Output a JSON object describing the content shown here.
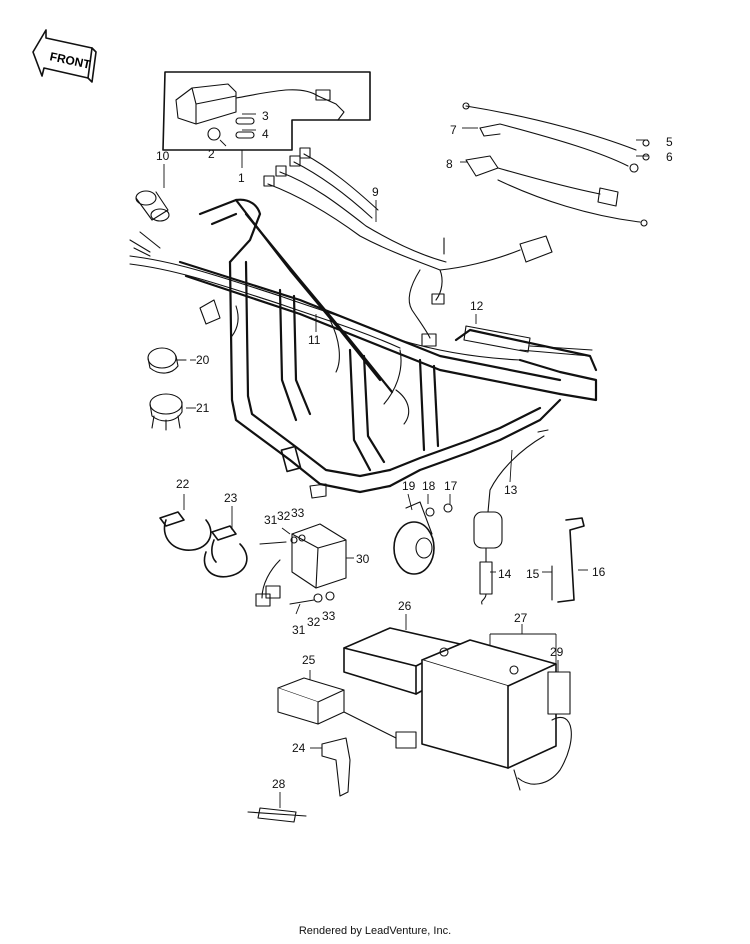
{
  "front_arrow": {
    "label": "FRONT",
    "icon": "front-arrow-icon"
  },
  "callouts": [
    {
      "id": "c1",
      "text": "1"
    },
    {
      "id": "c2",
      "text": "2"
    },
    {
      "id": "c3",
      "text": "3"
    },
    {
      "id": "c4",
      "text": "4"
    },
    {
      "id": "c5",
      "text": "5"
    },
    {
      "id": "c6",
      "text": "6"
    },
    {
      "id": "c7",
      "text": "7"
    },
    {
      "id": "c8",
      "text": "8"
    },
    {
      "id": "c9",
      "text": "9"
    },
    {
      "id": "c10",
      "text": "10"
    },
    {
      "id": "c11",
      "text": "11"
    },
    {
      "id": "c12",
      "text": "12"
    },
    {
      "id": "c13",
      "text": "13"
    },
    {
      "id": "c14",
      "text": "14"
    },
    {
      "id": "c15",
      "text": "15"
    },
    {
      "id": "c16",
      "text": "16"
    },
    {
      "id": "c17",
      "text": "17"
    },
    {
      "id": "c18",
      "text": "18"
    },
    {
      "id": "c19",
      "text": "19"
    },
    {
      "id": "c20",
      "text": "20"
    },
    {
      "id": "c21",
      "text": "21"
    },
    {
      "id": "c22",
      "text": "22"
    },
    {
      "id": "c23",
      "text": "23"
    },
    {
      "id": "c24",
      "text": "24"
    },
    {
      "id": "c25",
      "text": "25"
    },
    {
      "id": "c26",
      "text": "26"
    },
    {
      "id": "c27",
      "text": "27"
    },
    {
      "id": "c28",
      "text": "28"
    },
    {
      "id": "c29",
      "text": "29"
    },
    {
      "id": "c30",
      "text": "30"
    },
    {
      "id": "c31a",
      "text": "31"
    },
    {
      "id": "c32a",
      "text": "32"
    },
    {
      "id": "c33a",
      "text": "33"
    },
    {
      "id": "c31b",
      "text": "31"
    },
    {
      "id": "c32b",
      "text": "32"
    },
    {
      "id": "c33b",
      "text": "33"
    }
  ],
  "footer": {
    "text": "Rendered by LeadVenture, Inc."
  }
}
